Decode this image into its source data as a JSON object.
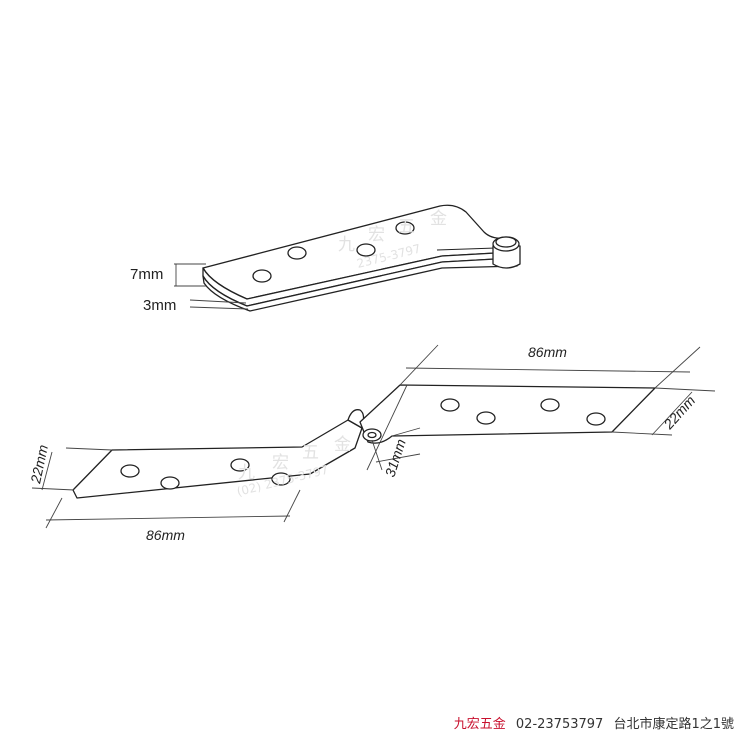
{
  "watermark": {
    "characters": [
      "九",
      "宏",
      "五",
      "金"
    ],
    "phone_fragment_top": "2375-3797",
    "phone_fragment_bottom": "(02) 2375-3797"
  },
  "top_view": {
    "dim_thickness": "7mm",
    "dim_offset": "3mm"
  },
  "bottom_view": {
    "dim_length_left": "86mm",
    "dim_length_right": "86mm",
    "dim_width_left": "22mm",
    "dim_width_right": "22mm",
    "dim_pivot": "31mm"
  },
  "footer": {
    "brand": "九宏五金",
    "phone": "02-23753797",
    "address": "台北市康定路1之1號",
    "brand_color": "#c8102e"
  }
}
